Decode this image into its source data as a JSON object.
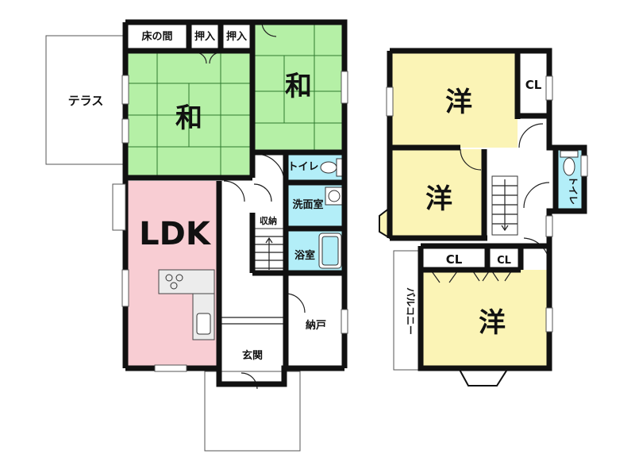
{
  "rooms": {
    "tokonoma": "床の間",
    "oshiire1": "押入",
    "oshiire2": "押入",
    "terrace": "テラス",
    "washitsu1": "和",
    "washitsu2": "和",
    "ldk": "LDK",
    "toilet1": "トイレ",
    "senmen": "洗面室",
    "shuno": "収納",
    "yokushitsu": "浴室",
    "nando": "納戸",
    "genkan": "玄関",
    "yo1": "洋",
    "yo2": "洋",
    "yo3": "洋",
    "cl1": "CL",
    "cl2": "CL",
    "cl3": "CL",
    "toilet2": "トイレ",
    "balcony": "バルコニー"
  },
  "colors": {
    "tatami": "#b5f0a6",
    "ldk": "#f8cdd3",
    "water": "#b3eef8",
    "western": "#fbf4b6",
    "wall": "#111111"
  }
}
